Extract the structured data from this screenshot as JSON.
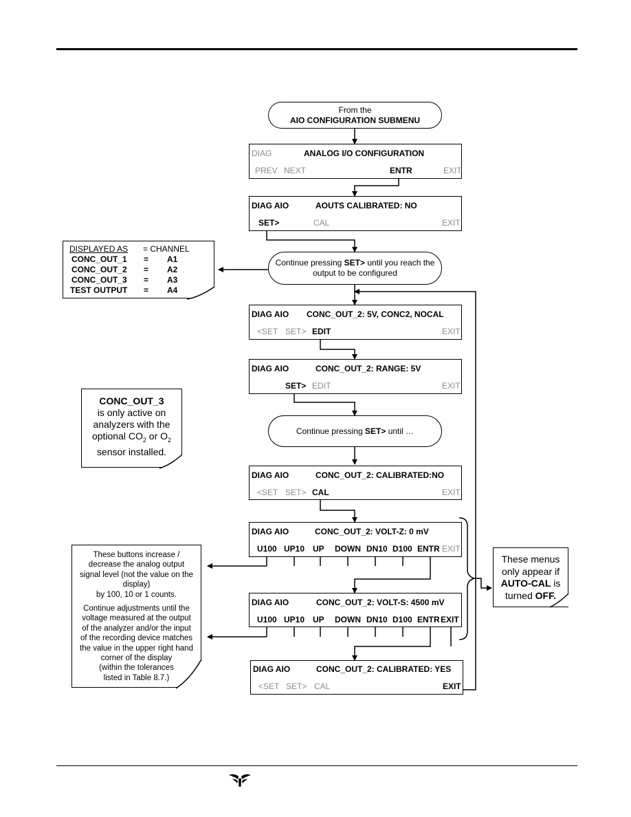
{
  "start": {
    "line1": "From the",
    "line2": "AIO CONFIGURATION SUBMENU"
  },
  "s1": {
    "left": "DIAG",
    "title": "ANALOG I/O CONFIGURATION",
    "btns": [
      "PREV",
      "NEXT",
      "ENTR",
      "EXIT"
    ]
  },
  "s2": {
    "left": "DIAG AIO",
    "title": "AOUTS CALIBRATED: NO",
    "btns": [
      "SET>",
      "CAL",
      "EXIT"
    ]
  },
  "p2": {
    "a": "Continue pressing ",
    "b": "SET>",
    "c": " until you reach the",
    "d": "output to be configured"
  },
  "table": {
    "h1": "DISPLAYED AS",
    "h2": "= CHANNEL",
    "rows": [
      {
        "name": "CONC_OUT_1",
        "eq": "=",
        "ch": "A1"
      },
      {
        "name": "CONC_OUT_2",
        "eq": "=",
        "ch": "A2"
      },
      {
        "name": "CONC_OUT_3",
        "eq": "=",
        "ch": "A3"
      },
      {
        "name": "TEST OUTPUT",
        "eq": "=",
        "ch": "A4"
      }
    ]
  },
  "s3": {
    "left": "DIAG AIO",
    "title": "CONC_OUT_2: 5V, CONC2, NOCAL",
    "btns": [
      "<SET",
      "SET>",
      "EDIT",
      "EXIT"
    ]
  },
  "s4": {
    "left": "DIAG AIO",
    "title": "CONC_OUT_2: RANGE: 5V",
    "btns": [
      "SET>",
      "EDIT",
      "EXIT"
    ]
  },
  "note3": {
    "l1": "CONC_OUT_3",
    "l2": "is only active on",
    "l3": "analyzers with the",
    "l4a": "optional CO",
    "l4b": "2",
    "l4c": " or O",
    "l4d": "2",
    "l5": "sensor installed."
  },
  "p3": {
    "a": "Continue pressing ",
    "b": "SET>",
    "c": " until …"
  },
  "s5": {
    "left": "DIAG AIO",
    "title": "CONC_OUT_2: CALIBRATED:NO",
    "btns": [
      "<SET",
      "SET>",
      "CAL",
      "EXIT"
    ]
  },
  "s6": {
    "left": "DIAG AIO",
    "title": "CONC_OUT_2:  VOLT-Z: 0 mV",
    "btns": [
      "U100",
      "UP10",
      "UP",
      "DOWN",
      "DN10",
      "D100",
      "ENTR",
      "EXIT"
    ]
  },
  "s7": {
    "left": "DIAG AIO",
    "title": "CONC_OUT_2:  VOLT-S: 4500 mV",
    "btns": [
      "U100",
      "UP10",
      "UP",
      "DOWN",
      "DN10",
      "D100",
      "ENTR",
      "EXIT"
    ]
  },
  "s8": {
    "left": "DIAG AIO",
    "title": "CONC_OUT_2: CALIBRATED: YES",
    "btns": [
      "<SET",
      "SET>",
      "CAL",
      "EXIT"
    ]
  },
  "noteBtns": {
    "p1": [
      "These buttons increase /",
      "decrease the analog output",
      "signal level (not the value on the",
      "display)",
      "by 100, 10 or 1 counts."
    ],
    "p2": [
      "Continue adjustments until the",
      "voltage measured at the output",
      "of the analyzer and/or the input",
      "of the recording device matches",
      "the value in the upper right hand",
      "corner of the display",
      "(within the tolerances",
      "listed in Table 8.7.)"
    ]
  },
  "noteAuto": {
    "l1": "These menus",
    "l2": "only appear if",
    "l3": "AUTO-CAL",
    "l3b": " is",
    "l4": "turned ",
    "l4b": "OFF."
  },
  "colors": {
    "gray": "#8a8a8a",
    "line": "#000000"
  }
}
